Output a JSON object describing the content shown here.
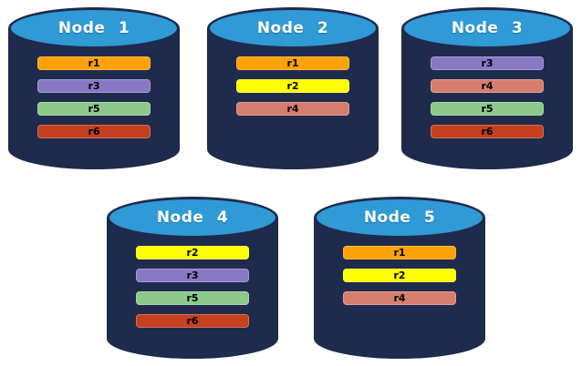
{
  "colors": {
    "background": "#ffffff",
    "cylinder_body": "#1f2b4d",
    "cylinder_top": "#2f9ad5",
    "title_text": "#ffffff",
    "bar_text": "#000000",
    "replica_colors": {
      "r1": "#fca204",
      "r2": "#ffff00",
      "r3": "#8878c4",
      "r4": "#d67e6e",
      "r5": "#8cc98a",
      "r6": "#c4401f"
    }
  },
  "nodes": [
    {
      "label": "Node 1",
      "replicas": [
        "r1",
        "r3",
        "r5",
        "r6"
      ]
    },
    {
      "label": "Node 2",
      "replicas": [
        "r1",
        "r2",
        "r4"
      ]
    },
    {
      "label": "Node 3",
      "replicas": [
        "r3",
        "r4",
        "r5",
        "r6"
      ]
    },
    {
      "label": "Node 4",
      "replicas": [
        "r2",
        "r3",
        "r5",
        "r6"
      ]
    },
    {
      "label": "Node 5",
      "replicas": [
        "r1",
        "r2",
        "r4"
      ]
    }
  ]
}
